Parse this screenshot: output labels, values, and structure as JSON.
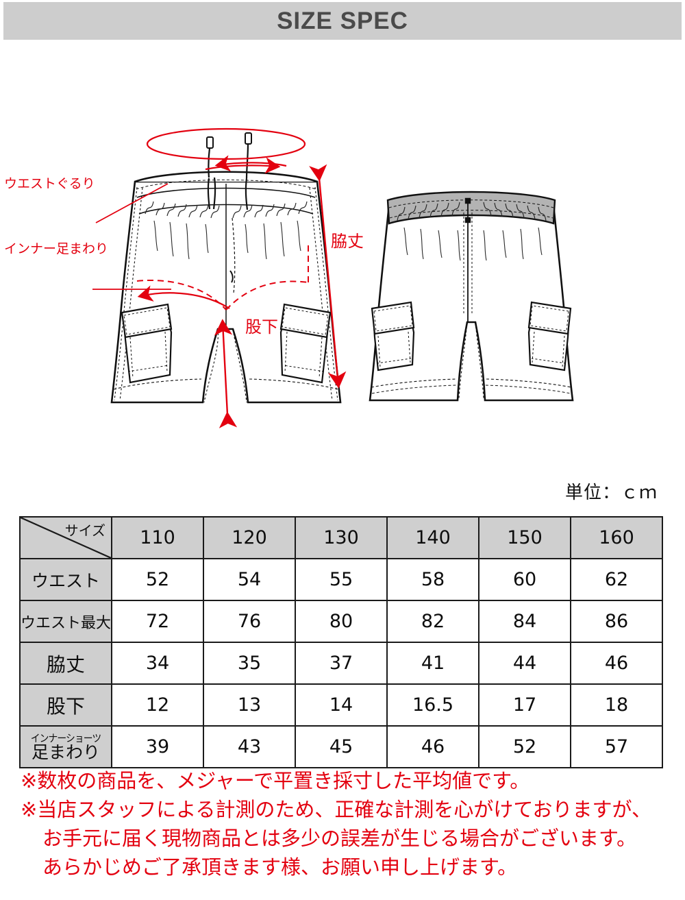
{
  "header": {
    "title": "SIZE SPEC",
    "bg_color": "#cdcdcd",
    "text_color": "#4a4a4a"
  },
  "diagram": {
    "accent_color": "#e3000f",
    "line_color": "#111111",
    "waistband_fill": "#b3b3b3",
    "labels": {
      "waist_around": "ウエストぐるり",
      "inner_leg_opening": "インナー足まわり",
      "side_length": "脇丈",
      "inseam": "股下"
    },
    "views": {
      "front": "front-view",
      "back": "back-view"
    }
  },
  "unit_label": "単位：ｃｍ",
  "table": {
    "corner_label": "サイズ",
    "columns": [
      "110",
      "120",
      "130",
      "140",
      "150",
      "160"
    ],
    "rows": [
      {
        "label": "ウエスト",
        "label_lines": [
          "ウエスト"
        ],
        "values": [
          "52",
          "54",
          "55",
          "58",
          "60",
          "62"
        ]
      },
      {
        "label": "ウエスト最大",
        "label_lines": [
          "ウエスト最大"
        ],
        "values": [
          "72",
          "76",
          "80",
          "82",
          "84",
          "86"
        ]
      },
      {
        "label": "脇丈",
        "label_lines": [
          "脇丈"
        ],
        "values": [
          "34",
          "35",
          "37",
          "41",
          "44",
          "46"
        ]
      },
      {
        "label": "股下",
        "label_lines": [
          "股下"
        ],
        "values": [
          "12",
          "13",
          "14",
          "16.5",
          "17",
          "18"
        ]
      },
      {
        "label": "インナーショーツ足まわり",
        "label_lines": [
          "インナーショーツ",
          "足まわり"
        ],
        "values": [
          "39",
          "43",
          "45",
          "46",
          "52",
          "57"
        ]
      }
    ],
    "header_bg": "#cfcfcf",
    "border_color": "#1a1a1a"
  },
  "notes": {
    "color": "#e3000f",
    "lines": [
      {
        "text": "※数枚の商品を、メジャーで平置き採寸した平均値です。",
        "indent": false
      },
      {
        "text": "※当店スタッフによる計測のため、正確な計測を心がけておりますが、",
        "indent": false
      },
      {
        "text": "お手元に届く現物商品とは多少の誤差が生じる場合がございます。",
        "indent": true
      },
      {
        "text": "あらかじめご了承頂きます様、お願い申し上げます。",
        "indent": true
      }
    ]
  }
}
